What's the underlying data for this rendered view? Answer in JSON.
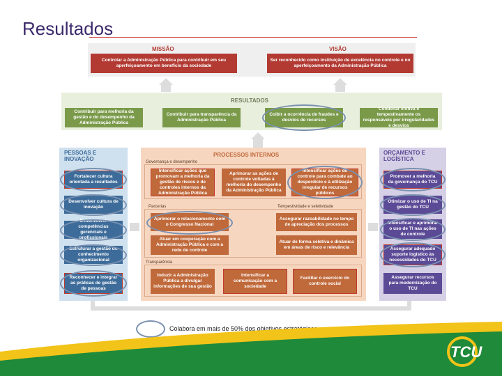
{
  "page_title": "Resultados",
  "missao": {
    "title": "MISSÃO",
    "text": "Controlar a Administração Pública para contribuir em seu aperfeiçoamento em benefício da sociedade"
  },
  "visao": {
    "title": "VISÃO",
    "text": "Ser reconhecido como instituição de excelência no controle e no aperfeiçoamento da Administração Pública"
  },
  "resultados": {
    "title": "RESULTADOS",
    "items": [
      "Contribuir para melhoria da gestão e do desempenho da Administração Pública",
      "Contribuir para transparência da Administração Pública",
      "Coibir a ocorrência de fraudes e desvios de recursos",
      "Condenar efetiva e tempestivamente os responsáveis por irregularidades e desvios"
    ]
  },
  "pessoas": {
    "title": "PESSOAS E INOVAÇÃO",
    "items": [
      "Fortalecer cultura orientada a resultados",
      "Desenvolver cultura de inovação",
      "Desenvolver competências gerenciais e profissionais",
      "Estruturar a gestão do conhecimento organizacional",
      "Reconhecer e integrar as práticas de gestão de pessoas"
    ]
  },
  "processos": {
    "title": "PROCESSOS INTERNOS",
    "sections": {
      "governanca": "Governança e desempenho",
      "parcerias": "Parcerias",
      "tempestividade": "Tempestividade e seletividade",
      "transparencia": "Transparência"
    },
    "gov_items": [
      "Intensificar ações que promovam a melhoria da gestão de riscos e de controles internos da Administração Pública",
      "Aprimorar as ações de controle voltadas à melhoria do desempenho da Administração Pública",
      "Intensificar ações de controle para combate ao desperdício e à utilização irregular de recursos públicos"
    ],
    "parc_items": [
      "Aprimorar o relacionamento com o Congresso Nacional",
      "Atuar em cooperação com a Administração Pública e com a rede de controle"
    ],
    "temp_items": [
      "Assegurar razoabilidade no tempo de apreciação dos processos",
      "Atuar de forma seletiva e dinâmica em áreas de risco e relevância"
    ],
    "transp_items": [
      "Induzir a Administração Pública a divulgar informações de sua gestão",
      "Intensificar a comunicação com a sociedade",
      "Facilitar o exercício do controle social"
    ]
  },
  "orcamento": {
    "title": "ORÇAMENTO E LOGÍSTICA",
    "items": [
      "Promover a melhoria da governança do TCU",
      "Otimizar o uso de TI na gestão do TCU",
      "Intensificar e aprimorar o uso de TI nas ações de controle",
      "Assegurar adequado suporte logístico às necessidades do TCU",
      "Assegurar recursos para modernização do TCU"
    ]
  },
  "legend": "Colabora em mais de 50% dos objetivos estratégicos",
  "logo": "TCU",
  "colors": {
    "red": "#b23a33",
    "green": "#7a9a4a",
    "blue": "#3e6c9a",
    "purple": "#5b4a96",
    "orange": "#c0693a"
  }
}
